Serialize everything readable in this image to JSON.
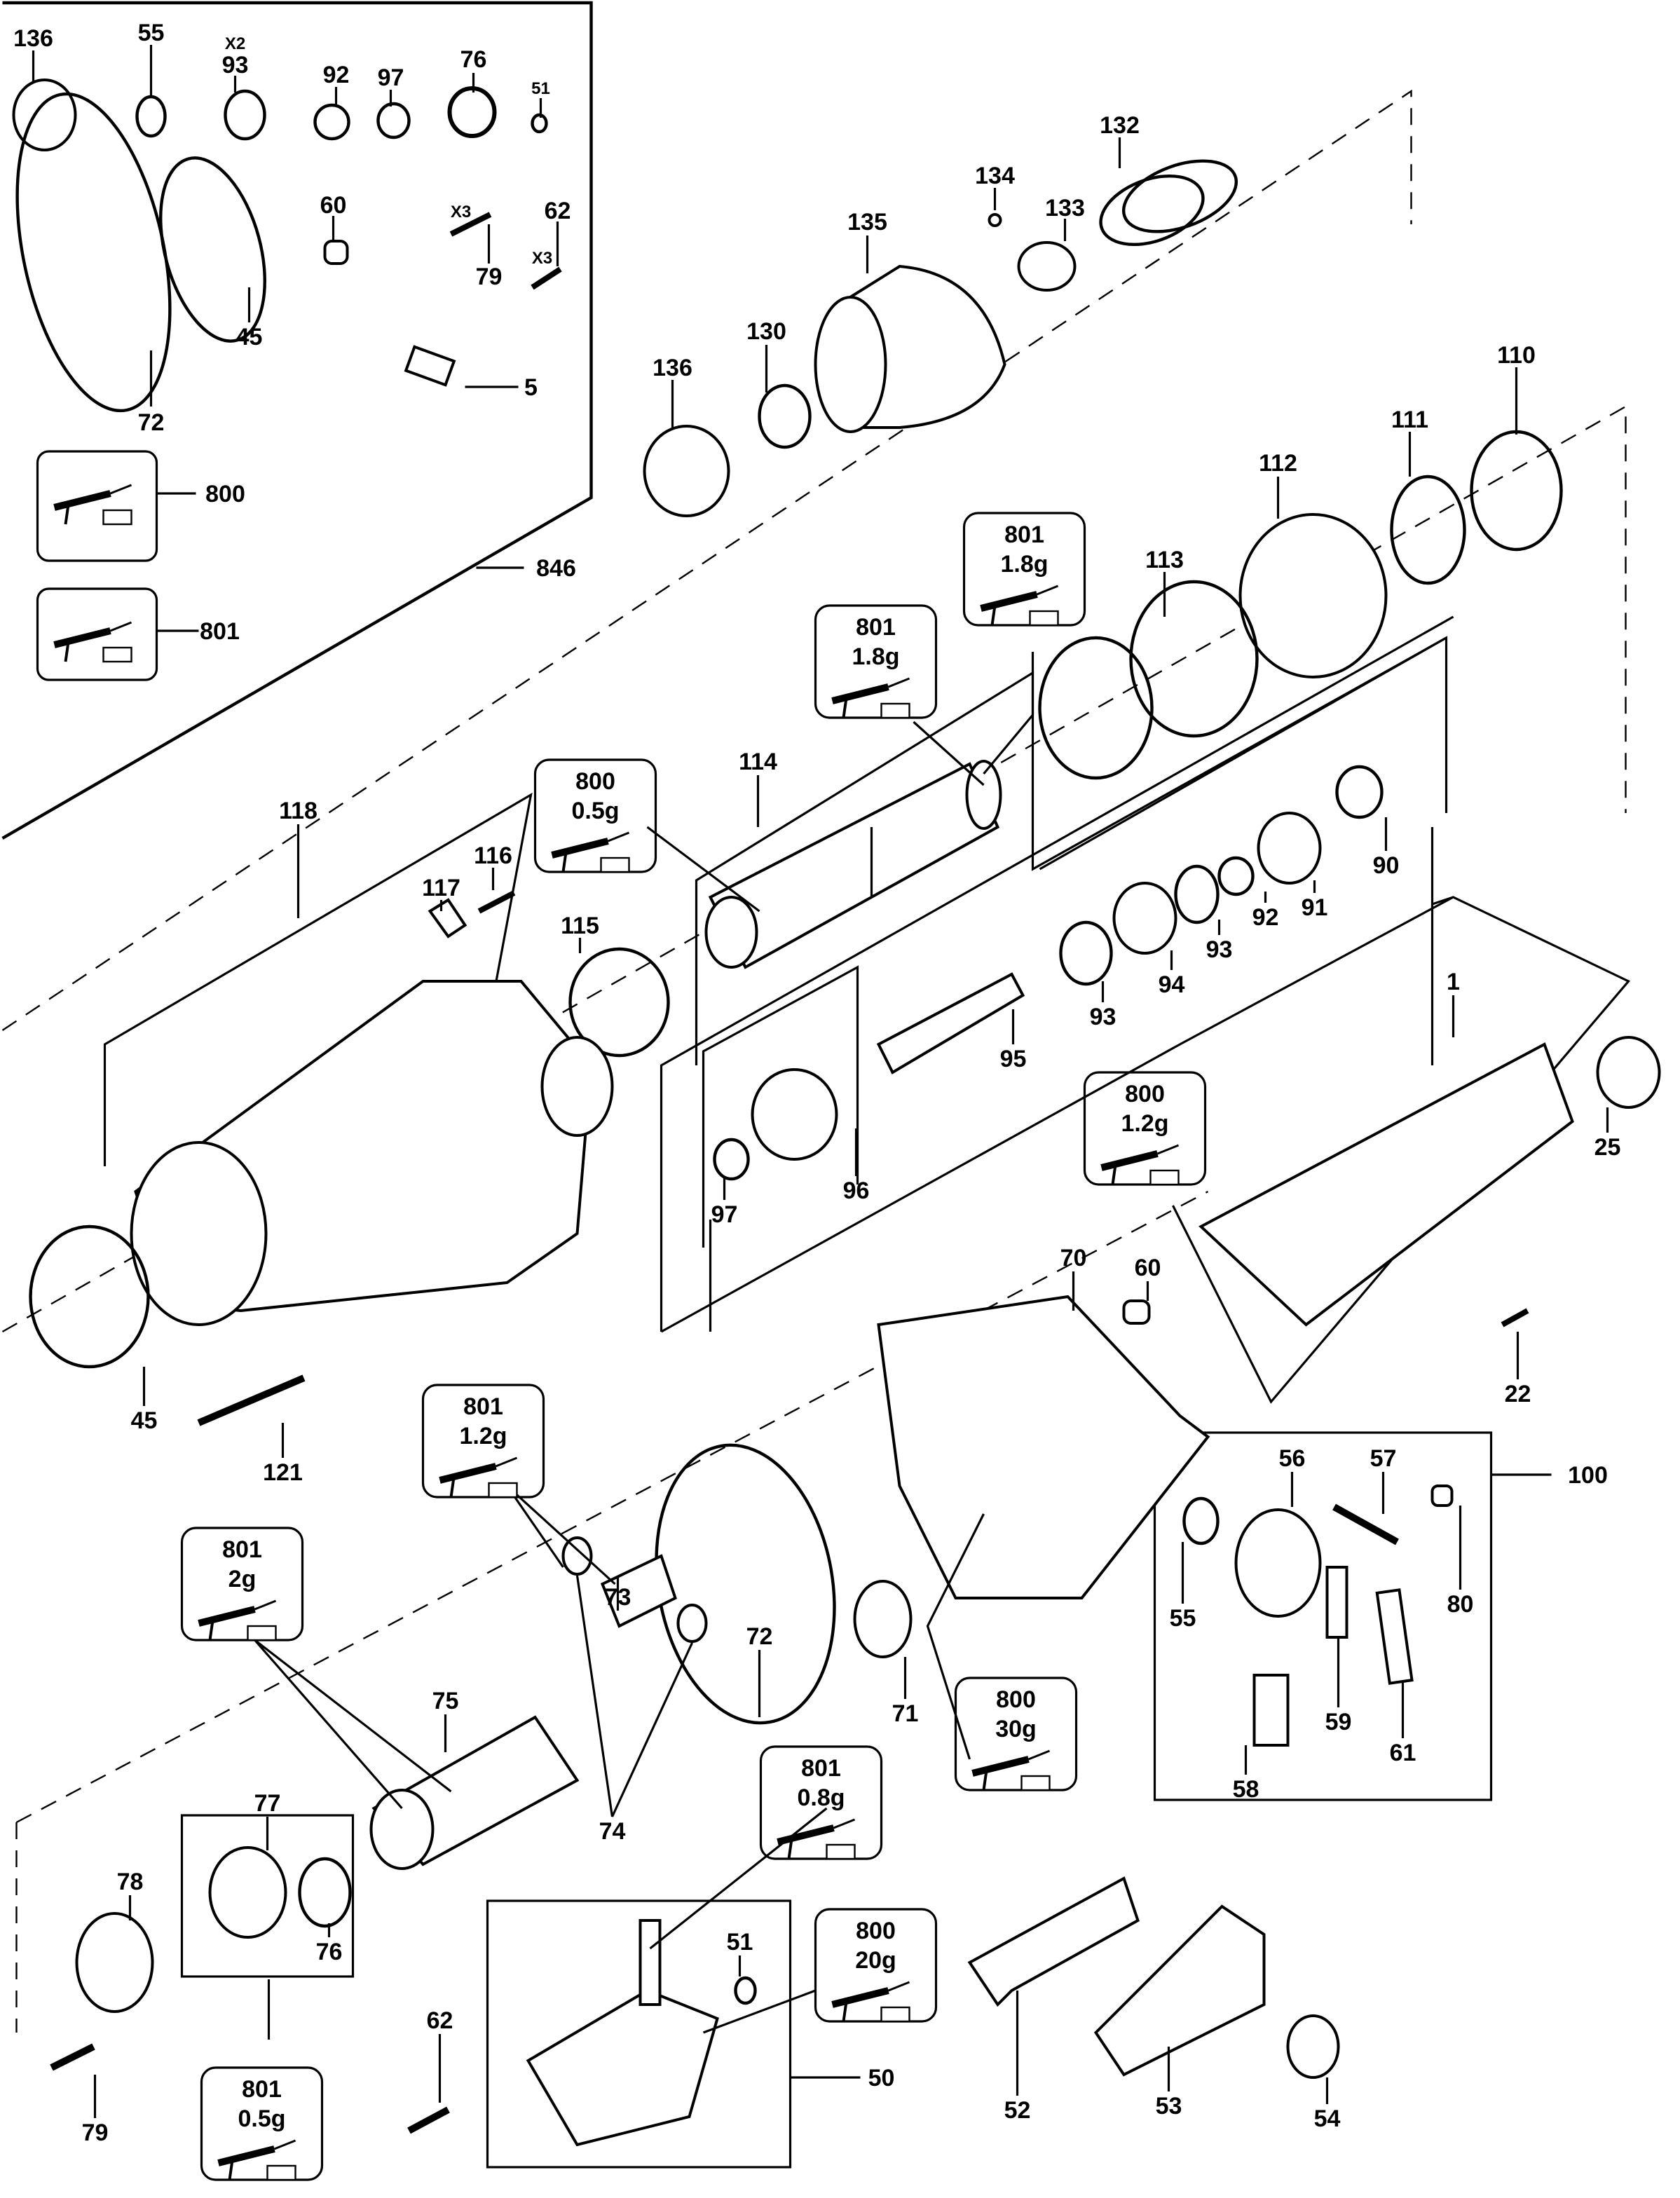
{
  "diagram": {
    "kit_box": {
      "label": "846",
      "items": [
        "136",
        "55",
        "X2",
        "93",
        "92",
        "97",
        "76",
        "51",
        "60",
        "X3",
        "79",
        "62",
        "X3",
        "45",
        "72",
        "5",
        "800",
        "801"
      ]
    },
    "callouts": [
      "132",
      "134",
      "133",
      "135",
      "130",
      "136",
      "110",
      "111",
      "112",
      "113",
      "114",
      "118",
      "116",
      "117",
      "115",
      "90",
      "91",
      "92",
      "93",
      "94",
      "93",
      "95",
      "1",
      "25",
      "97",
      "96",
      "70",
      "60",
      "22",
      "45",
      "121",
      "56",
      "57",
      "100",
      "55",
      "80",
      "59",
      "61",
      "58",
      "73",
      "72",
      "71",
      "75",
      "74",
      "77",
      "78",
      "76",
      "51",
      "50",
      "62",
      "79",
      "52",
      "53",
      "54"
    ],
    "grease_boxes": [
      {
        "part": "801",
        "qty": "1.8g"
      },
      {
        "part": "801",
        "qty": "1.8g"
      },
      {
        "part": "800",
        "qty": "0.5g"
      },
      {
        "part": "800",
        "qty": "1.2g"
      },
      {
        "part": "801",
        "qty": "1.2g"
      },
      {
        "part": "801",
        "qty": "2g"
      },
      {
        "part": "800",
        "qty": "30g"
      },
      {
        "part": "801",
        "qty": "0.8g"
      },
      {
        "part": "800",
        "qty": "20g"
      },
      {
        "part": "801",
        "qty": "0.5g"
      }
    ],
    "icons": [
      "grease-gun-icon",
      "gear-icon",
      "o-ring-icon",
      "screw-icon"
    ]
  }
}
